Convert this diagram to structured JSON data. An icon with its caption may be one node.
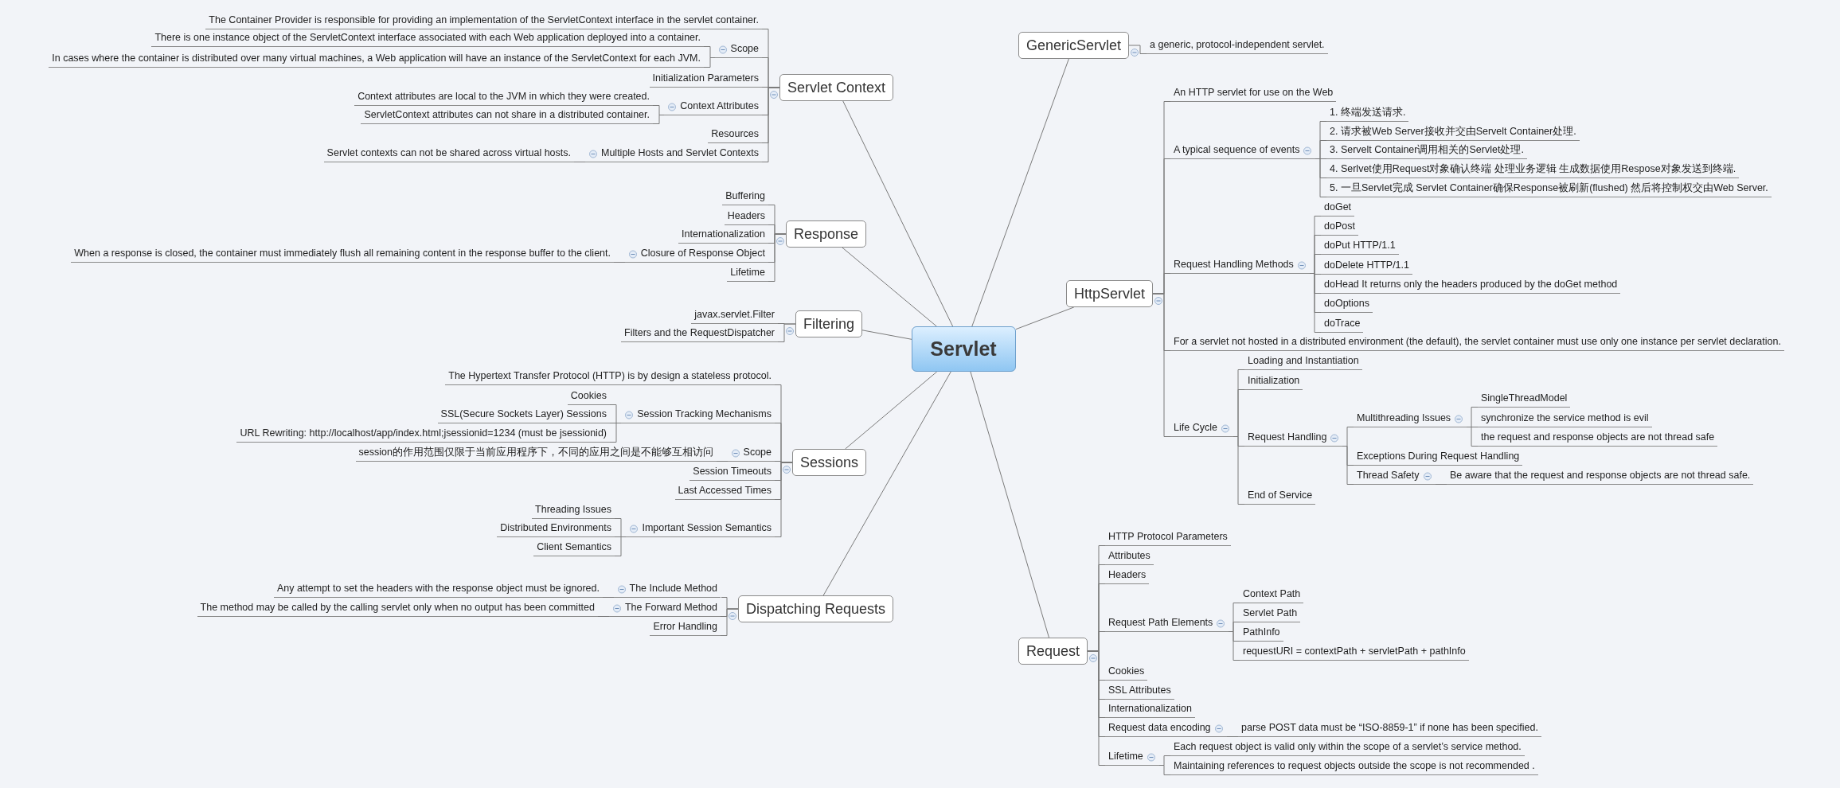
{
  "diagram": {
    "nodes": [
      {
        "text": [
          "Servlet"
        ]
      },
      {
        "text": [
          "Servlet Context"
        ]
      },
      {
        "text": [
          "The Container Provider is responsible for providing an implementation of the ServletContext interface in the servlet container."
        ]
      },
      {
        "text": [
          "Scope"
        ]
      },
      {
        "text": [
          "There is one instance object of the ServletContext interface associated with each Web application deployed into a container."
        ]
      },
      {
        "text": [
          "In cases where the container is distributed over many virtual machines, a Web application will have an instance of the ServletContext for each JVM."
        ]
      },
      {
        "text": [
          "Initialization Parameters"
        ]
      },
      {
        "text": [
          "Context Attributes"
        ]
      },
      {
        "text": [
          "Context attributes are local to the JVM in which they were created."
        ]
      },
      {
        "text": [
          "ServletContext attributes can not share in a distributed container."
        ]
      },
      {
        "text": [
          "Resources"
        ]
      },
      {
        "text": [
          "Multiple Hosts and Servlet Contexts"
        ]
      },
      {
        "text": [
          "Servlet contexts can not be shared across virtual hosts."
        ]
      },
      {
        "text": [
          "Response"
        ]
      },
      {
        "text": [
          "Buffering"
        ]
      },
      {
        "text": [
          "Headers"
        ]
      },
      {
        "text": [
          "Internationalization"
        ]
      },
      {
        "text": [
          "Closure of Response Object"
        ]
      },
      {
        "text": [
          "When a response is closed, the container must immediately flush all remaining content in the response buffer to the client."
        ]
      },
      {
        "text": [
          "Lifetime"
        ]
      },
      {
        "text": [
          "Filtering"
        ]
      },
      {
        "text": [
          "javax.servlet.Filter"
        ]
      },
      {
        "text": [
          "Filters and the RequestDispatcher"
        ]
      },
      {
        "text": [
          "Sessions"
        ]
      },
      {
        "text": [
          "The Hypertext Transfer Protocol (HTTP) is by design a stateless protocol."
        ]
      },
      {
        "text": [
          "Session Tracking Mechanisms"
        ]
      },
      {
        "text": [
          "Cookies"
        ]
      },
      {
        "text": [
          "SSL(Secure Sockets Layer) Sessions"
        ]
      },
      {
        "text": [
          "URL Rewriting: http://localhost/app/index.html;jsessionid=1234 (must be jsessionid)"
        ]
      },
      {
        "text": [
          "Scope"
        ]
      },
      {
        "text": [
          "session的作用范围仅限于当前应用程序下，不同的应用之间是不能够互相访问"
        ]
      },
      {
        "text": [
          "Session Timeouts"
        ]
      },
      {
        "text": [
          "Last Accessed Times"
        ]
      },
      {
        "text": [
          "Important Session Semantics"
        ]
      },
      {
        "text": [
          "Threading Issues"
        ]
      },
      {
        "text": [
          "Distributed Environments"
        ]
      },
      {
        "text": [
          "Client Semantics"
        ]
      },
      {
        "text": [
          "Dispatching Requests"
        ]
      },
      {
        "text": [
          "The Include Method"
        ]
      },
      {
        "text": [
          "Any attempt to set the headers with the response object must be ignored."
        ]
      },
      {
        "text": [
          "The Forward Method"
        ]
      },
      {
        "text": [
          "The method may be called by the calling servlet only when no output has been committed"
        ]
      },
      {
        "text": [
          "Error Handling"
        ]
      },
      {
        "text": [
          "GenericServlet"
        ]
      },
      {
        "text": [
          "a generic, protocol-independent servlet."
        ]
      },
      {
        "text": [
          "HttpServlet"
        ]
      },
      {
        "text": [
          "An HTTP servlet for use on the Web"
        ]
      },
      {
        "text": [
          "A typical sequence of events"
        ]
      },
      {
        "text": [
          "1. 终端发送请求."
        ]
      },
      {
        "text": [
          "2. 请求被Web Server接收并交由Servelt Container处理."
        ]
      },
      {
        "text": [
          "3. Servelt Container调用相关的Servlet处理."
        ]
      },
      {
        "text": [
          "4. Serlvet使用Request对象确认终端 处理业务逻辑 生成数据使用Respose对象发送到终端."
        ]
      },
      {
        "text": [
          "5. 一旦Servlet完成 Servlet Container确保Response被刷新(flushed) 然后将控制权交由Web Server."
        ]
      },
      {
        "text": [
          "Request Handling Methods"
        ]
      },
      {
        "text": [
          "doGet"
        ]
      },
      {
        "text": [
          "doPost"
        ]
      },
      {
        "text": [
          "doPut HTTP/1.1"
        ]
      },
      {
        "text": [
          "doDelete HTTP/1.1"
        ]
      },
      {
        "text": [
          "doHead It returns only the headers produced by the doGet method"
        ]
      },
      {
        "text": [
          "doOptions"
        ]
      },
      {
        "text": [
          "doTrace"
        ]
      },
      {
        "text": [
          "For a servlet not hosted in a distributed environment (the default), the servlet container must use only one instance per servlet declaration."
        ]
      },
      {
        "text": [
          "Life Cycle"
        ]
      },
      {
        "text": [
          "Loading and Instantiation"
        ]
      },
      {
        "text": [
          "Initialization"
        ]
      },
      {
        "text": [
          "Request Handling"
        ]
      },
      {
        "text": [
          "Multithreading Issues"
        ]
      },
      {
        "text": [
          "SingleThreadModel"
        ]
      },
      {
        "text": [
          "synchronize the service method is evil"
        ]
      },
      {
        "text": [
          "the request and response objects are not thread safe"
        ]
      },
      {
        "text": [
          "Exceptions During Request Handling"
        ]
      },
      {
        "text": [
          "Thread Safety"
        ]
      },
      {
        "text": [
          "Be aware that the request and response objects are not thread safe."
        ]
      },
      {
        "text": [
          "End of Service"
        ]
      },
      {
        "text": [
          "Request"
        ]
      },
      {
        "text": [
          "HTTP Protocol Parameters"
        ]
      },
      {
        "text": [
          "Attributes"
        ]
      },
      {
        "text": [
          "Headers"
        ]
      },
      {
        "text": [
          "Request Path Elements"
        ]
      },
      {
        "text": [
          "Context Path"
        ]
      },
      {
        "text": [
          "Servlet Path"
        ]
      },
      {
        "text": [
          "PathInfo"
        ]
      },
      {
        "text": [
          "requestURI = contextPath + servletPath + pathInfo"
        ]
      },
      {
        "text": [
          "Cookies"
        ]
      },
      {
        "text": [
          "SSL Attributes"
        ]
      },
      {
        "text": [
          "Internationalization"
        ]
      },
      {
        "text": [
          "Request data encoding"
        ]
      },
      {
        "text": [
          "parse POST data must be “ISO-8859-1” if none has been specified."
        ]
      },
      {
        "text": [
          "Lifetime"
        ]
      },
      {
        "text": [
          "Each request object is valid only within the scope of a servlet’s service method."
        ]
      },
      {
        "text": [
          "Maintaining references to request objects outside the scope  is not recommended ."
        ]
      }
    ],
    "edges": [
      {
        "from": 0,
        "to": 1,
        "arrow": "none"
      },
      {
        "from": 0,
        "to": 13,
        "arrow": "none"
      },
      {
        "from": 0,
        "to": 20,
        "arrow": "none"
      },
      {
        "from": 0,
        "to": 23,
        "arrow": "none"
      },
      {
        "from": 0,
        "to": 37,
        "arrow": "none"
      },
      {
        "from": 0,
        "to": 43,
        "arrow": "none"
      },
      {
        "from": 0,
        "to": 45,
        "arrow": "none"
      },
      {
        "from": 0,
        "to": 74,
        "arrow": "none"
      },
      {
        "from": 1,
        "to": 2,
        "arrow": "none"
      },
      {
        "from": 1,
        "to": 3,
        "arrow": "none"
      },
      {
        "from": 3,
        "to": 4,
        "arrow": "none"
      },
      {
        "from": 3,
        "to": 5,
        "arrow": "none"
      },
      {
        "from": 1,
        "to": 6,
        "arrow": "none"
      },
      {
        "from": 1,
        "to": 7,
        "arrow": "none"
      },
      {
        "from": 7,
        "to": 8,
        "arrow": "none"
      },
      {
        "from": 7,
        "to": 9,
        "arrow": "none"
      },
      {
        "from": 1,
        "to": 10,
        "arrow": "none"
      },
      {
        "from": 1,
        "to": 11,
        "arrow": "none"
      },
      {
        "from": 11,
        "to": 12,
        "arrow": "none"
      },
      {
        "from": 13,
        "to": 14,
        "arrow": "none"
      },
      {
        "from": 13,
        "to": 15,
        "arrow": "none"
      },
      {
        "from": 13,
        "to": 16,
        "arrow": "none"
      },
      {
        "from": 13,
        "to": 17,
        "arrow": "none"
      },
      {
        "from": 17,
        "to": 18,
        "arrow": "none"
      },
      {
        "from": 13,
        "to": 19,
        "arrow": "none"
      },
      {
        "from": 20,
        "to": 21,
        "arrow": "none"
      },
      {
        "from": 20,
        "to": 22,
        "arrow": "none"
      },
      {
        "from": 23,
        "to": 24,
        "arrow": "none"
      },
      {
        "from": 23,
        "to": 25,
        "arrow": "none"
      },
      {
        "from": 25,
        "to": 26,
        "arrow": "none"
      },
      {
        "from": 25,
        "to": 27,
        "arrow": "none"
      },
      {
        "from": 25,
        "to": 28,
        "arrow": "none"
      },
      {
        "from": 23,
        "to": 29,
        "arrow": "none"
      },
      {
        "from": 29,
        "to": 30,
        "arrow": "none"
      },
      {
        "from": 23,
        "to": 31,
        "arrow": "none"
      },
      {
        "from": 23,
        "to": 32,
        "arrow": "none"
      },
      {
        "from": 23,
        "to": 33,
        "arrow": "none"
      },
      {
        "from": 33,
        "to": 34,
        "arrow": "none"
      },
      {
        "from": 33,
        "to": 35,
        "arrow": "none"
      },
      {
        "from": 33,
        "to": 36,
        "arrow": "none"
      },
      {
        "from": 37,
        "to": 38,
        "arrow": "none"
      },
      {
        "from": 38,
        "to": 39,
        "arrow": "none"
      },
      {
        "from": 37,
        "to": 40,
        "arrow": "none"
      },
      {
        "from": 40,
        "to": 41,
        "arrow": "none"
      },
      {
        "from": 37,
        "to": 42,
        "arrow": "none"
      },
      {
        "from": 43,
        "to": 44,
        "arrow": "none"
      },
      {
        "from": 45,
        "to": 46,
        "arrow": "none"
      },
      {
        "from": 45,
        "to": 47,
        "arrow": "none"
      },
      {
        "from": 47,
        "to": 48,
        "arrow": "none"
      },
      {
        "from": 47,
        "to": 49,
        "arrow": "none"
      },
      {
        "from": 47,
        "to": 50,
        "arrow": "none"
      },
      {
        "from": 47,
        "to": 51,
        "arrow": "none"
      },
      {
        "from": 47,
        "to": 52,
        "arrow": "none"
      },
      {
        "from": 45,
        "to": 53,
        "arrow": "none"
      },
      {
        "from": 53,
        "to": 54,
        "arrow": "none"
      },
      {
        "from": 53,
        "to": 55,
        "arrow": "none"
      },
      {
        "from": 53,
        "to": 56,
        "arrow": "none"
      },
      {
        "from": 53,
        "to": 57,
        "arrow": "none"
      },
      {
        "from": 53,
        "to": 58,
        "arrow": "none"
      },
      {
        "from": 53,
        "to": 59,
        "arrow": "none"
      },
      {
        "from": 53,
        "to": 60,
        "arrow": "none"
      },
      {
        "from": 45,
        "to": 61,
        "arrow": "none"
      },
      {
        "from": 45,
        "to": 62,
        "arrow": "none"
      },
      {
        "from": 62,
        "to": 63,
        "arrow": "none"
      },
      {
        "from": 62,
        "to": 64,
        "arrow": "none"
      },
      {
        "from": 62,
        "to": 65,
        "arrow": "none"
      },
      {
        "from": 65,
        "to": 66,
        "arrow": "none"
      },
      {
        "from": 66,
        "to": 67,
        "arrow": "none"
      },
      {
        "from": 66,
        "to": 68,
        "arrow": "none"
      },
      {
        "from": 66,
        "to": 69,
        "arrow": "none"
      },
      {
        "from": 65,
        "to": 70,
        "arrow": "none"
      },
      {
        "from": 65,
        "to": 71,
        "arrow": "none"
      },
      {
        "from": 71,
        "to": 72,
        "arrow": "none"
      },
      {
        "from": 62,
        "to": 73,
        "arrow": "none"
      },
      {
        "from": 74,
        "to": 75,
        "arrow": "none"
      },
      {
        "from": 74,
        "to": 76,
        "arrow": "none"
      },
      {
        "from": 74,
        "to": 77,
        "arrow": "none"
      },
      {
        "from": 74,
        "to": 78,
        "arrow": "none"
      },
      {
        "from": 78,
        "to": 79,
        "arrow": "none"
      },
      {
        "from": 78,
        "to": 80,
        "arrow": "none"
      },
      {
        "from": 78,
        "to": 81,
        "arrow": "none"
      },
      {
        "from": 78,
        "to": 82,
        "arrow": "none"
      },
      {
        "from": 74,
        "to": 83,
        "arrow": "none"
      },
      {
        "from": 74,
        "to": 84,
        "arrow": "none"
      },
      {
        "from": 74,
        "to": 85,
        "arrow": "none"
      },
      {
        "from": 74,
        "to": 86,
        "arrow": "none"
      },
      {
        "from": 86,
        "to": 87,
        "arrow": "none"
      },
      {
        "from": 74,
        "to": 88,
        "arrow": "none"
      },
      {
        "from": 88,
        "to": 89,
        "arrow": "none"
      },
      {
        "from": 88,
        "to": 90,
        "arrow": "none"
      }
    ]
  }
}
